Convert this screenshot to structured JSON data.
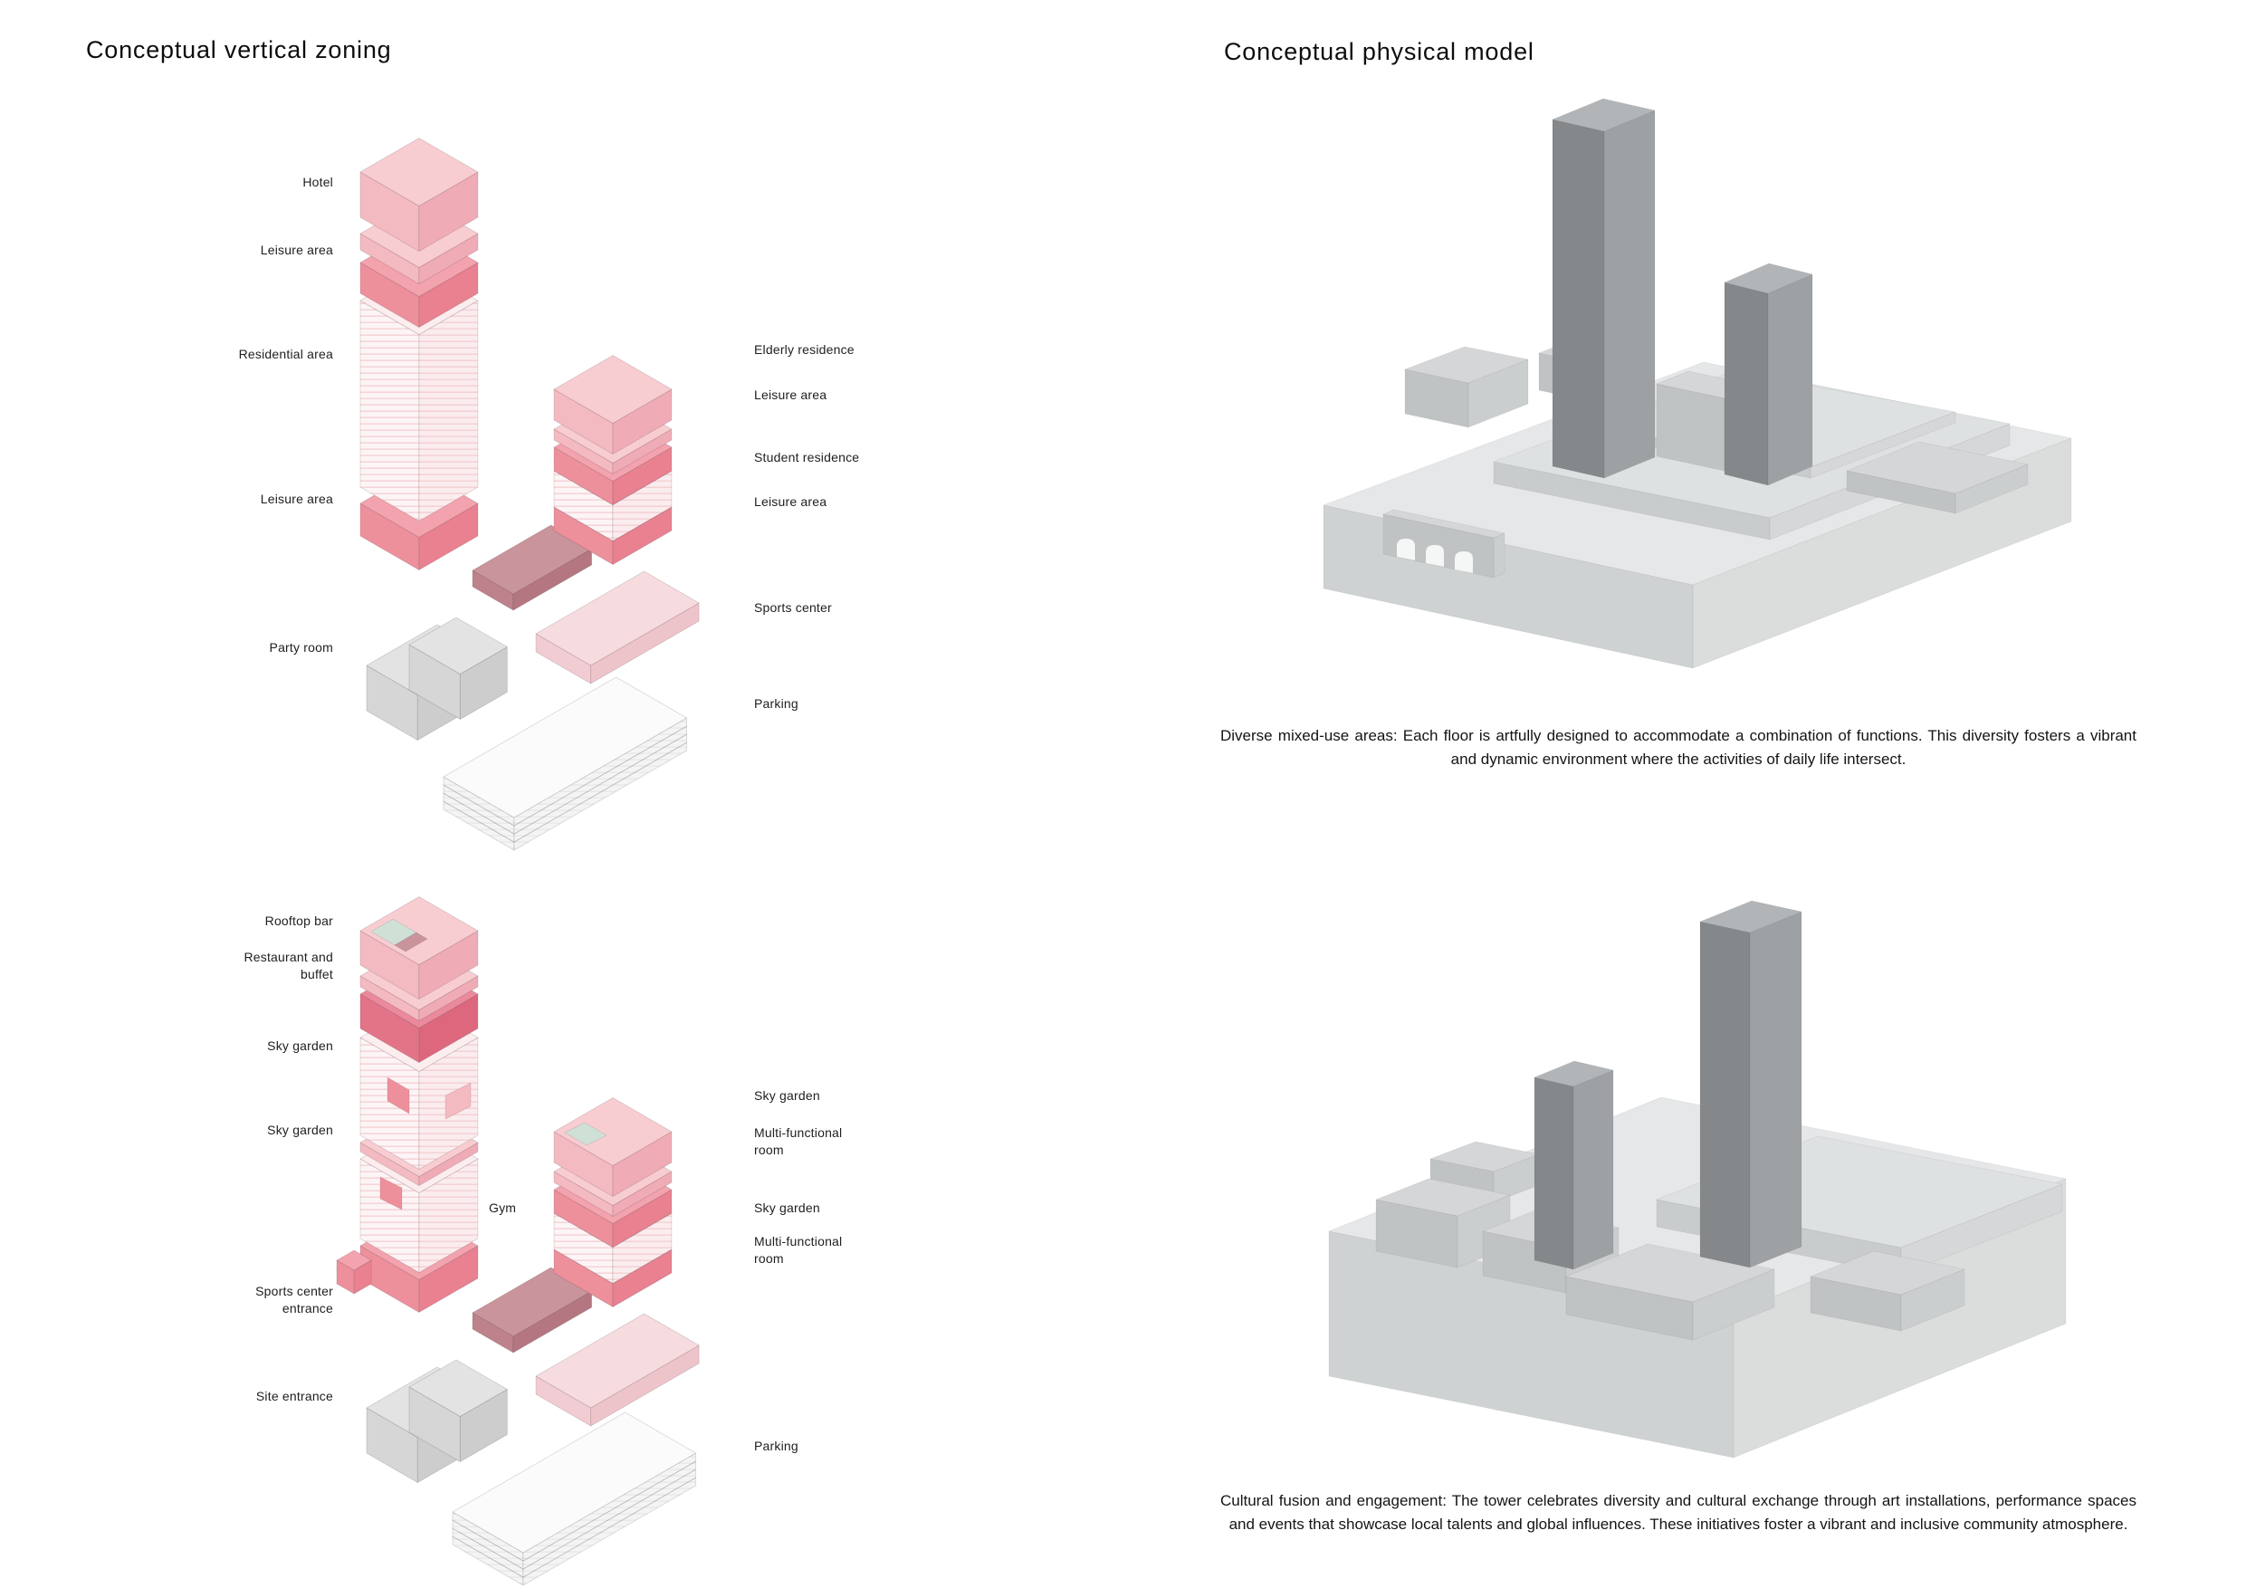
{
  "titles": {
    "left": "Conceptual vertical zoning",
    "right": "Conceptual physical model"
  },
  "labels": {
    "hotel": "Hotel",
    "leisure_1": "Leisure area",
    "residential": "Residential area",
    "leisure_2": "Leisure area",
    "party_room": "Party room",
    "elderly": "Elderly residence",
    "leisure_3": "Leisure area",
    "student": "Student residence",
    "leisure_4": "Leisure area",
    "sports_center": "Sports center",
    "parking_1": "Parking",
    "rooftop_bar": "Rooftop bar",
    "restaurant": "Restaurant and buffet",
    "sky_garden_1": "Sky garden",
    "sky_garden_2": "Sky garden",
    "gym": "Gym",
    "sports_entrance": "Sports center entrance",
    "site_entrance": "Site entrance",
    "sky_garden_3": "Sky garden",
    "multi_room_1": "Multi-functional room",
    "sky_garden_4": "Sky garden",
    "multi_room_2": "Multi-functional room",
    "parking_2": "Parking"
  },
  "captions": {
    "model_top": "Diverse mixed-use areas: Each floor is artfully designed to accommodate a combination of functions. This diversity fosters a vibrant and dynamic environment where the activities of daily life intersect.",
    "model_bottom": "Cultural fusion and engagement: The tower celebrates diversity and cultural exchange through art installations, performance spaces and events that showcase local talents and global influences. These initiatives foster a vibrant and inclusive community atmosphere."
  },
  "palette": {
    "pink": {
      "top": "#f8cdd2",
      "left": "#f4bac1",
      "right": "#f0acb6"
    },
    "pink_dark": {
      "top": "#f2a3ae",
      "left": "#ee909c",
      "right": "#e98190"
    },
    "rose": {
      "top": "#ea8a9c",
      "left": "#e37488",
      "right": "#dd687e"
    },
    "mauve": {
      "top": "#c9949c",
      "left": "#bd828b",
      "right": "#b47781"
    },
    "grey": {
      "top": "#e3e3e3",
      "left": "#d6d6d6",
      "right": "#cdcdcd"
    },
    "podium": {
      "top": "#f6dbdf",
      "left": "#f1ccd2",
      "right": "#eec4cb"
    },
    "parking": {
      "top": "#fbfbfb"
    },
    "parking_face": "#f4f4f4",
    "parking_line": "#e6e6e6",
    "stripe_top": "#fcedef",
    "stripe_bg": "#fdf4f5",
    "stripe_bg2": "#fbecee",
    "stripe_line": "#f2c8cd",
    "green": "#cfe0d6",
    "edge": "rgba(60,40,45,0.18)"
  },
  "model_palette": {
    "base_top": "#e5e7e8",
    "base_left": "#cfd2d3",
    "base_right": "#dbdddd",
    "plate_top": "#dee1e2",
    "plate_left": "#c9cccd",
    "plate_right": "#d5d7d8",
    "block_top": "#d4d6d7",
    "block_left": "#c0c3c4",
    "block_right": "#cbcecf",
    "tower_top": "#b2b5b7",
    "tower_left": "#85888b",
    "tower_right": "#9ea1a4",
    "arch": "#f5f6f6",
    "edge": "rgba(0,0,0,0.07)"
  }
}
